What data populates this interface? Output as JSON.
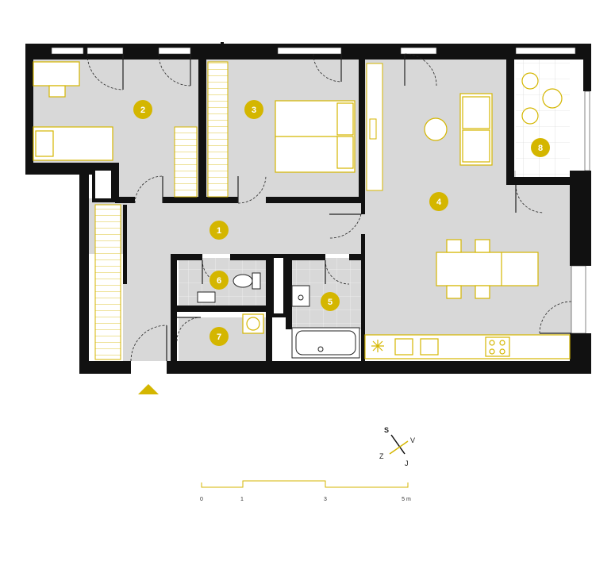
{
  "rooms": [
    {
      "number": "1"
    },
    {
      "number": "2"
    },
    {
      "number": "3"
    },
    {
      "number": "4"
    },
    {
      "number": "5"
    },
    {
      "number": "6"
    },
    {
      "number": "7"
    },
    {
      "number": "8"
    }
  ],
  "compass": {
    "north": "S",
    "east": "V",
    "south": "J",
    "west": "Z"
  },
  "scale": {
    "labels": [
      "0",
      "1",
      "3",
      "5 m"
    ]
  },
  "colors": {
    "accent": "#d4b600",
    "wall": "#111111",
    "floor": "#d8d8d8",
    "badge_text": "#ffffff"
  }
}
